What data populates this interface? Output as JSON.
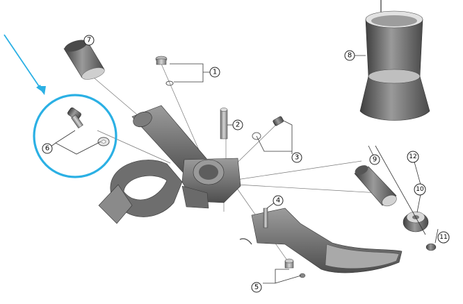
{
  "colors": {
    "highlight": "#2bb0e4",
    "part_dark": "#5a5a5a",
    "part_mid": "#8e8e8e",
    "part_light": "#bdbdbd"
  },
  "callouts": [
    {
      "id": "1",
      "label": "1"
    },
    {
      "id": "2",
      "label": "2"
    },
    {
      "id": "3",
      "label": "3"
    },
    {
      "id": "4",
      "label": "4"
    },
    {
      "id": "5",
      "label": "5"
    },
    {
      "id": "6",
      "label": "6"
    },
    {
      "id": "7",
      "label": "7"
    },
    {
      "id": "8",
      "label": "8"
    },
    {
      "id": "9",
      "label": "9"
    },
    {
      "id": "10",
      "label": "10"
    },
    {
      "id": "11",
      "label": "11"
    },
    {
      "id": "12",
      "label": "12"
    }
  ],
  "highlight": {
    "target_callout": "6",
    "icon": "arrow-pointer-icon"
  }
}
